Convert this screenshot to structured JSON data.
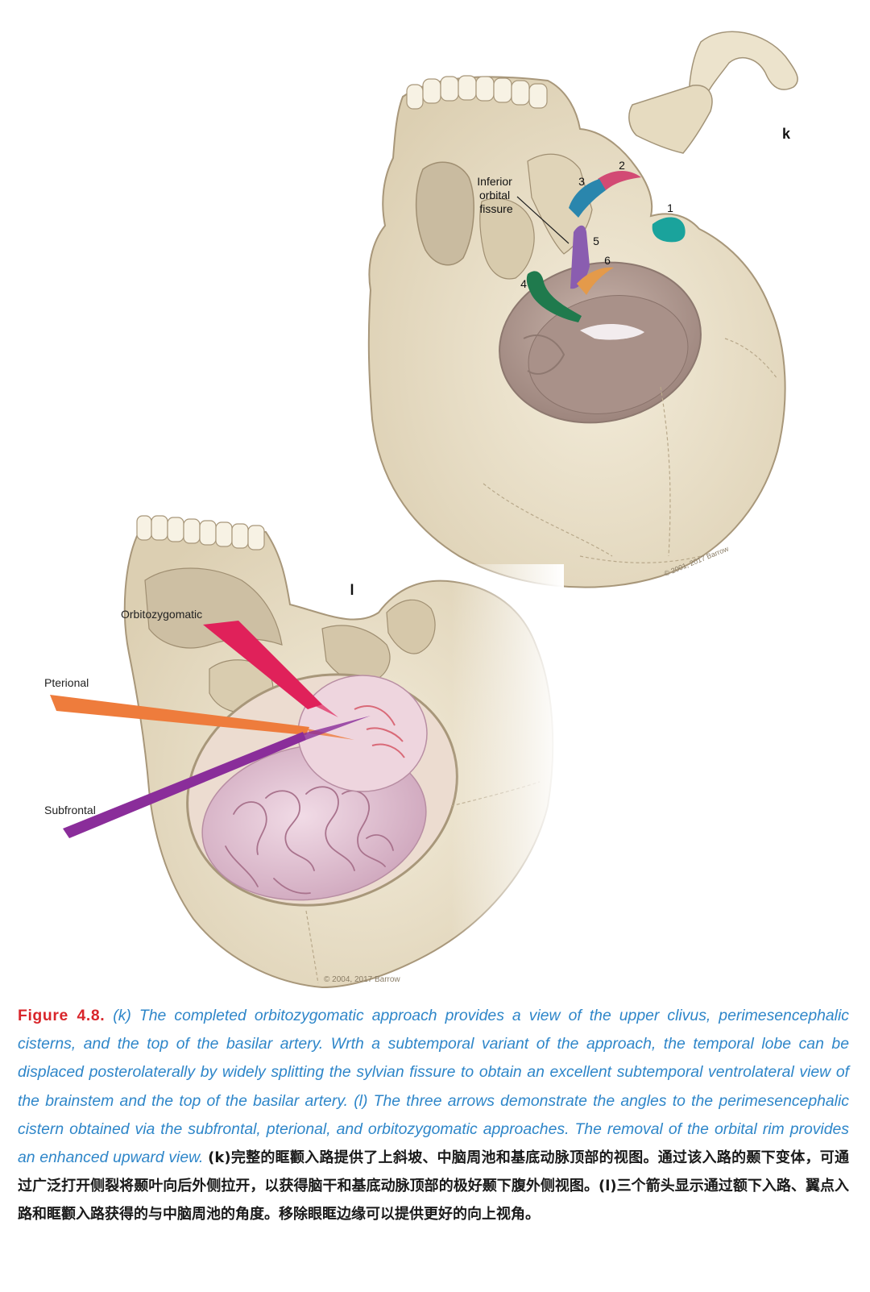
{
  "panel_k": {
    "label": "k",
    "callout": [
      "Inferior",
      "orbital",
      "fissure"
    ],
    "numbers": [
      "1",
      "2",
      "3",
      "4",
      "5",
      "6"
    ],
    "copyright": "© 2001, 2017 Barrow"
  },
  "panel_l": {
    "label": "l",
    "arrows": [
      "Orbitozygomatic",
      "Pterional",
      "Subfrontal"
    ],
    "copyright": "© 2004, 2017 Barrow"
  },
  "colors": {
    "bone": "#ece3cc",
    "bone_shadow": "#d6c9ab",
    "cavity": "#b49e96",
    "brain": "#e4c7d6",
    "orbitozygomatic_arrow": "#e0215a",
    "pterional_arrow": "#ee7c3c",
    "subfrontal_arrow": "#8a2d9a",
    "marker_1": "#1aa39c",
    "marker_2": "#d24a74",
    "marker_3": "#2a86ad",
    "marker_4": "#1f7a4d",
    "marker_5": "#8a5db0",
    "marker_6": "#e49a4a",
    "caption_label": "#d9262b",
    "caption_text": "#2e86c9"
  },
  "caption": {
    "label": "Figure 4.8.",
    "english": "(k) The completed orbitozygomatic approach provides a view of the upper clivus, perimesencephalic cisterns, and the top of the basilar artery. Wrth a subtemporal variant of the approach, the temporal lobe can be displaced posterolaterally by widely splitting the sylvian fissure to obtain an excellent subtemporal ventrolateral view of the brainstem and the top of the basilar artery. (l) The three arrows demonstrate the angles to the perimesencephalic cistern obtained via the subfrontal, pterional, and orbitozygomatic approaches. The removal of the orbital rim provides an enhanced upward view.",
    "chinese": "(k)完整的眶颧入路提供了上斜坡、中脑周池和基底动脉顶部的视图。通过该入路的颞下变体，可通过广泛打开侧裂将颞叶向后外侧拉开，以获得脑干和基底动脉顶部的极好颞下腹外侧视图。(l)三个箭头显示通过额下入路、翼点入路和眶颧入路获得的与中脑周池的角度。移除眼眶边缘可以提供更好的向上视角。"
  }
}
